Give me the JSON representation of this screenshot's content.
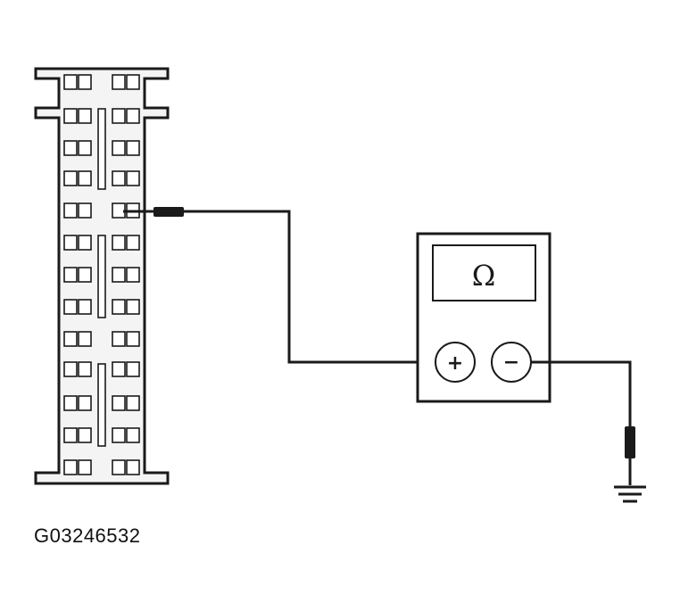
{
  "figure": {
    "id_label": "G03246532"
  },
  "meter": {
    "display_symbol": "Ω",
    "positive_symbol": "+",
    "negative_symbol": "−"
  },
  "colors": {
    "line": "#1a1a1a",
    "connector_fill": "#f4f4f4",
    "background": "#ffffff"
  },
  "icons": {
    "connector": "multi-pin-connector",
    "probe": "test-probe",
    "ground": "ground-symbol",
    "meter": "ohmmeter"
  }
}
